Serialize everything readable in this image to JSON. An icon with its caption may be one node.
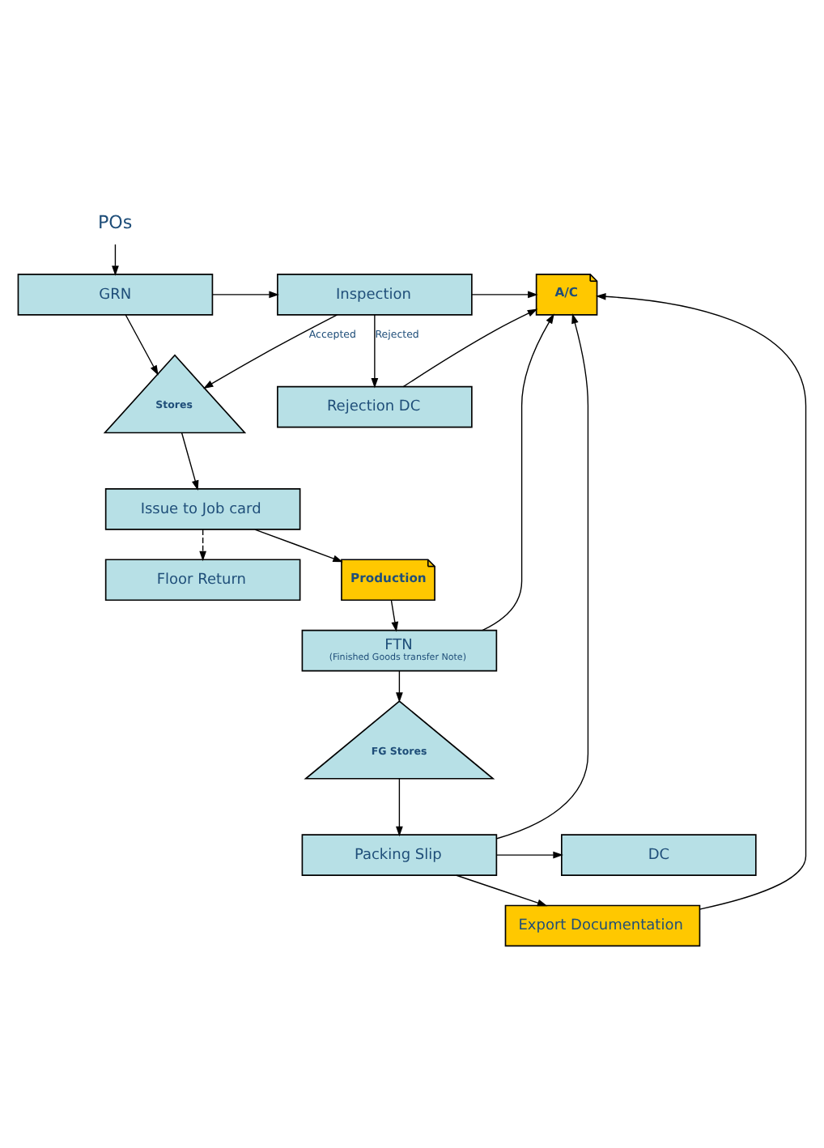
{
  "diagram": {
    "nodes": [
      {
        "text": [
          "POs"
        ]
      },
      {
        "text": [
          "GRN"
        ]
      },
      {
        "text": [
          "Inspection"
        ]
      },
      {
        "text": [
          "A/C"
        ]
      },
      {
        "text": [
          "Stores"
        ]
      },
      {
        "text": [
          "Rejection DC"
        ]
      },
      {
        "text": [
          "Issue to Job card"
        ]
      },
      {
        "text": [
          "Floor Return"
        ]
      },
      {
        "text": [
          "Production"
        ]
      },
      {
        "text": [
          "FTN",
          "(Finished Goods transfer Note)"
        ]
      },
      {
        "text": [
          "FG Stores"
        ]
      },
      {
        "text": [
          "DC"
        ]
      },
      {
        "text": [
          "Packing Slip"
        ]
      },
      {
        "text": [
          "Export Documentation"
        ]
      }
    ],
    "edges": [
      {
        "from": 0,
        "to": 1,
        "arrow": "to"
      },
      {
        "from": 1,
        "to": 2,
        "arrow": "to"
      },
      {
        "from": 2,
        "to": 3,
        "arrow": "to"
      },
      {
        "from": 1,
        "to": 4,
        "arrow": "to"
      },
      {
        "from": 2,
        "to": 4,
        "arrow": "to",
        "label": "Accepted"
      },
      {
        "from": 2,
        "to": 5,
        "arrow": "to",
        "label": "Rejected"
      },
      {
        "from": 5,
        "to": 3,
        "arrow": "to"
      },
      {
        "from": 4,
        "to": 6,
        "arrow": "to"
      },
      {
        "from": 6,
        "to": 7,
        "arrow": "to",
        "style": "dashed"
      },
      {
        "from": 6,
        "to": 8,
        "arrow": "to"
      },
      {
        "from": 8,
        "to": 9,
        "arrow": "to"
      },
      {
        "from": 9,
        "to": 3,
        "arrow": "to"
      },
      {
        "from": 9,
        "to": 10,
        "arrow": "to"
      },
      {
        "from": 10,
        "to": 12,
        "arrow": "to"
      },
      {
        "from": 12,
        "to": 11,
        "arrow": "to"
      },
      {
        "from": 12,
        "to": 3,
        "arrow": "to"
      },
      {
        "from": 12,
        "to": 13,
        "arrow": "to"
      },
      {
        "from": 13,
        "to": 3,
        "arrow": "to"
      }
    ]
  }
}
